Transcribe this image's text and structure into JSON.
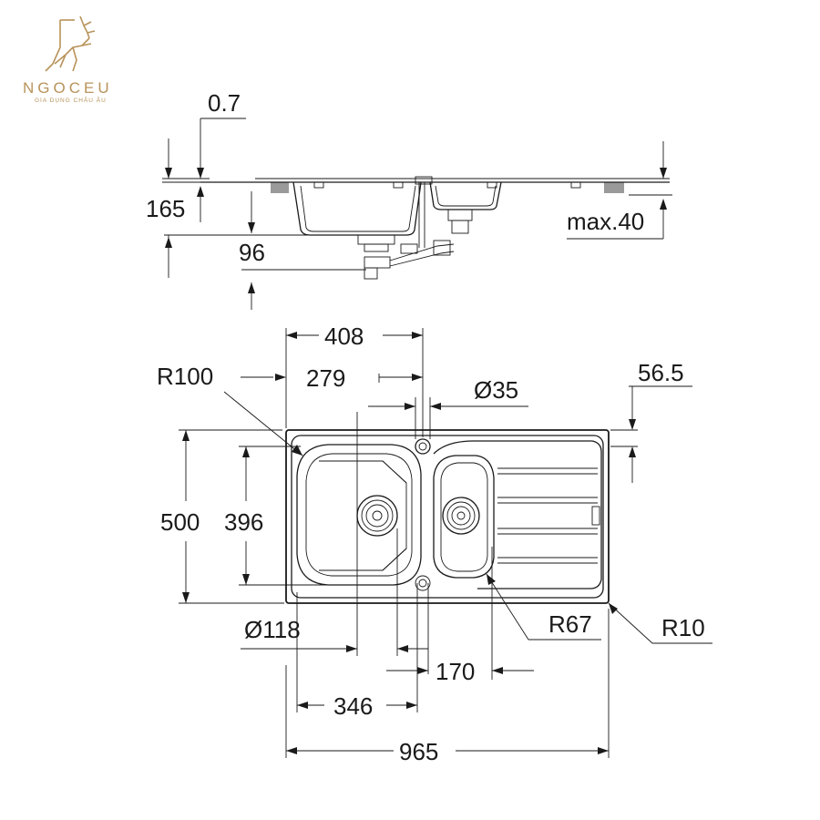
{
  "brand": {
    "name": "NGOCEU",
    "tagline": "GIA DỤNG CHÂU ÂU",
    "color": "#b8935a"
  },
  "side_view": {
    "thickness": "0.7",
    "depth": "165",
    "bowl_depth": "96",
    "max_height": "max.40"
  },
  "top_view": {
    "bowl_width": "408",
    "corner_radius_bowl": "R100",
    "drain_offset": "279",
    "tap_hole": "Ø35",
    "tap_offset": "56.5",
    "overall_depth": "500",
    "bowl_length": "396",
    "drain_diameter": "Ø118",
    "small_bowl_radius": "R67",
    "outer_radius": "R10",
    "drain_spacing": "170",
    "drain_to_center": "346",
    "overall_width": "965"
  },
  "colors": {
    "line": "#1a1a1a",
    "hatch": "#9a9a9a"
  }
}
